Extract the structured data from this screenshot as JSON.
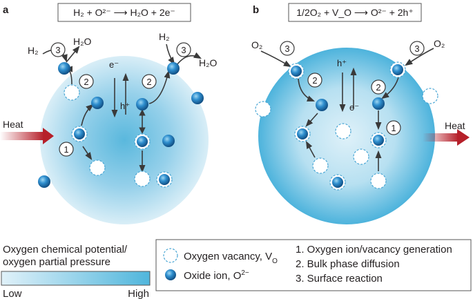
{
  "panels": {
    "a": {
      "letter": "a",
      "equation": "H₂ + O²⁻ ⟶ H₂O + 2e⁻",
      "side_label": "Heat",
      "labels": {
        "h2_left": "H₂",
        "h2o_left": "H₂O",
        "h2_right": "H₂",
        "h2o_right": "H₂O",
        "electron": "e⁻",
        "hole": "h⁺"
      },
      "step_markers": [
        "3",
        "2",
        "2",
        "3",
        "1"
      ]
    },
    "b": {
      "letter": "b",
      "equation": "1/2O₂ + V_O ⟶ O²⁻ + 2h⁺",
      "side_label": "Heat",
      "labels": {
        "o2_left": "O₂",
        "o2_right": "O₂",
        "hole": "h⁺",
        "electron": "e⁻"
      },
      "step_markers": [
        "3",
        "2",
        "3",
        "2",
        "1"
      ]
    }
  },
  "gradient_legend": {
    "title_line1": "Oxygen chemical potential/",
    "title_line2": "oxygen partial pressure",
    "low_label": "Low",
    "high_label": "High",
    "colors": {
      "low": "#dff0f8",
      "high": "#52b7dd"
    }
  },
  "symbol_legend": {
    "vacancy_label": "Oxygen vacancy, V",
    "vacancy_subscript": "O",
    "oxide_label": "Oxide ion, O",
    "oxide_superscript": "2−",
    "steps": [
      "1. Oxygen ion/vacancy generation",
      "2. Bulk phase diffusion",
      "3. Surface reaction"
    ]
  },
  "colors": {
    "sphere_light": "#d6ecf6",
    "sphere_dark": "#5db9de",
    "ion": "#2e86c1",
    "arrow": "#3a3a3a",
    "heat_arrow": "#b6202a"
  }
}
